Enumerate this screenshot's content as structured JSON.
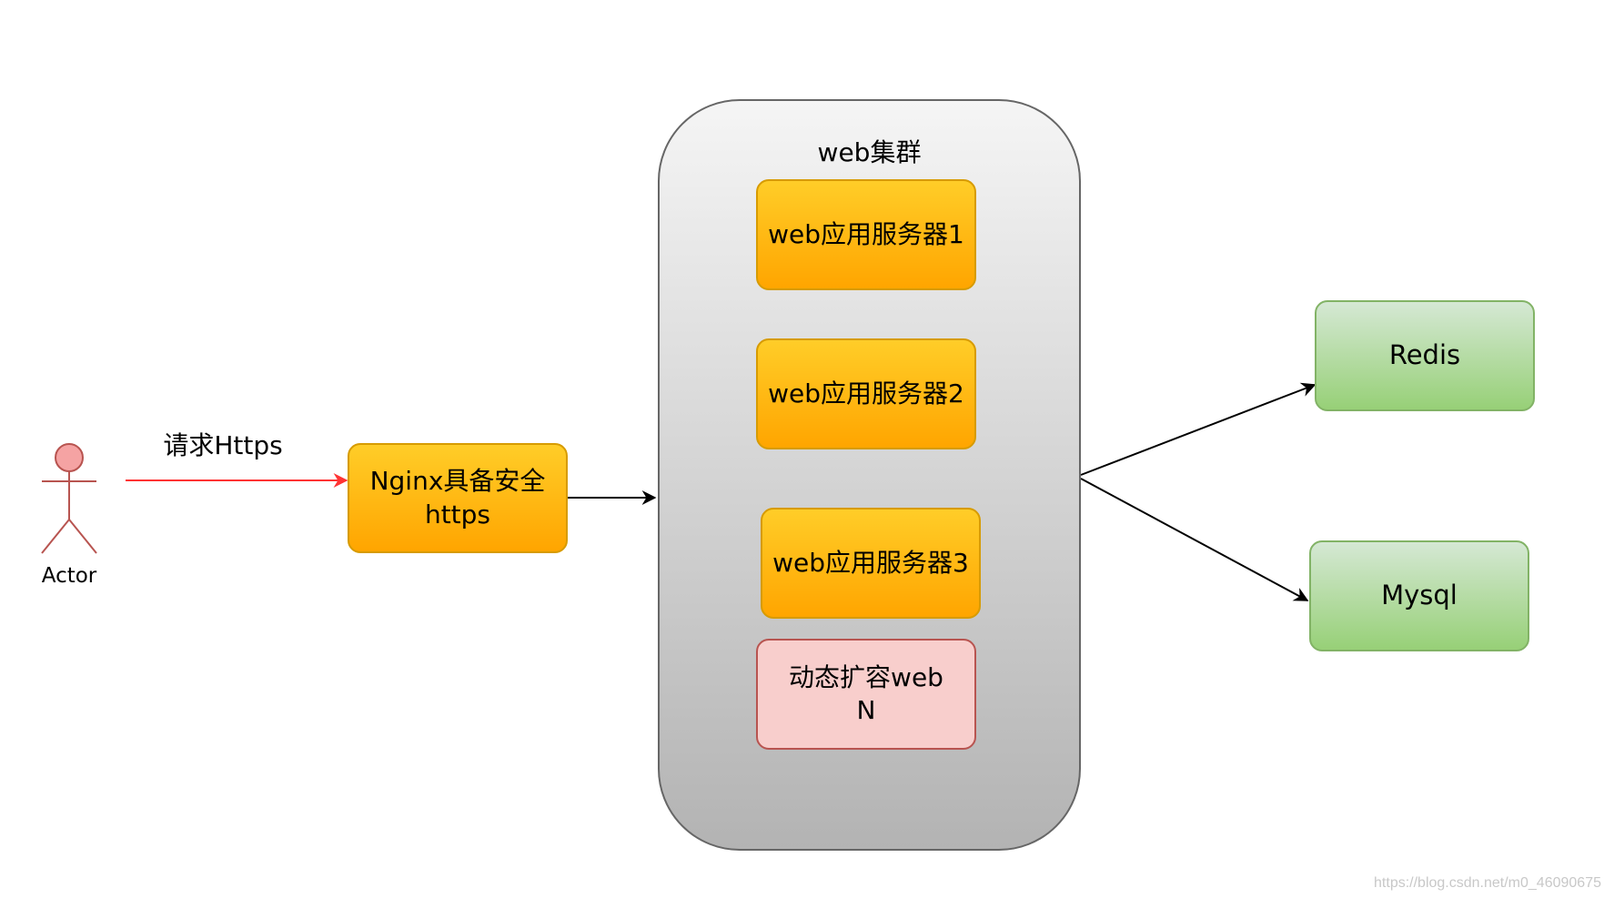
{
  "actor": {
    "label": "Actor"
  },
  "request_label": "请求Https",
  "nginx": {
    "line1": "Nginx具备安全",
    "line2": "https"
  },
  "cluster": {
    "label": "web集群",
    "servers": [
      {
        "label": "web应用服务器1"
      },
      {
        "label": "web应用服务器2"
      },
      {
        "label": "web应用服务器3"
      }
    ],
    "scale": {
      "line1": "动态扩容web",
      "line2": "N"
    }
  },
  "stores": [
    {
      "label": "Redis"
    },
    {
      "label": "Mysql"
    }
  ],
  "watermark": "https://blog.csdn.net/m0_46090675",
  "colors": {
    "request_arrow": "#ff3333",
    "arrow": "#000000",
    "actor_stroke": "#b85450",
    "actor_fill": "#f8cecc"
  }
}
